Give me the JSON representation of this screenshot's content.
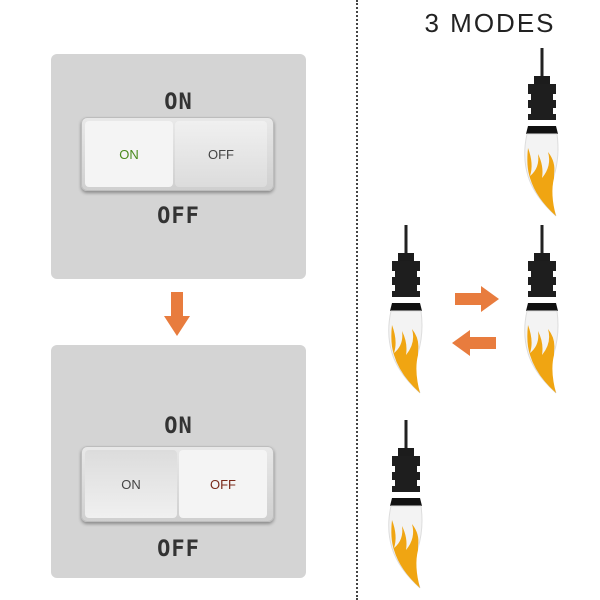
{
  "switch_panels": {
    "top": {
      "on_label": "ON",
      "off_label": "OFF",
      "button_on": "ON",
      "button_off": "OFF",
      "active": "on"
    },
    "bottom": {
      "on_label": "ON",
      "off_label": "OFF",
      "button_on": "ON",
      "button_off": "OFF",
      "active": "off"
    }
  },
  "modes": {
    "title": "3 MODES"
  },
  "colors": {
    "accent_orange": "#e87c3e",
    "on_text_green": "#4a8a1e",
    "off_text_red": "#7a2a1a",
    "flame": "#f0a512",
    "panel_bg": "#d4d4d4"
  },
  "icons": [
    "arrow-down-icon",
    "arrow-right-icon",
    "arrow-left-icon",
    "flame-bulb-icon"
  ]
}
